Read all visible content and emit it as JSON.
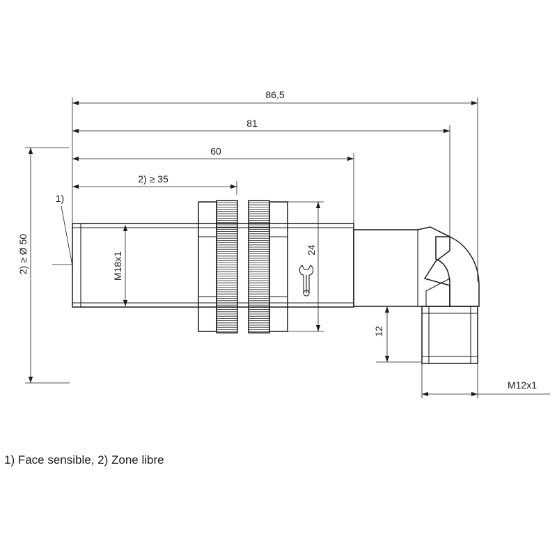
{
  "dimensions": {
    "total_length": "86,5",
    "body_length": "81",
    "thread_length": "60",
    "free_zone_length": "2) ≥ 35",
    "free_zone_diameter": "2) ≥ Ø 50",
    "thread_size": "M18x1",
    "wrench_size": "24",
    "connector_height": "12",
    "connector_thread": "M12x1",
    "sensing_face_marker": "1)"
  },
  "icons": {
    "wrench": "wrench-icon"
  },
  "caption": "1) Face sensible, 2) Zone libre"
}
